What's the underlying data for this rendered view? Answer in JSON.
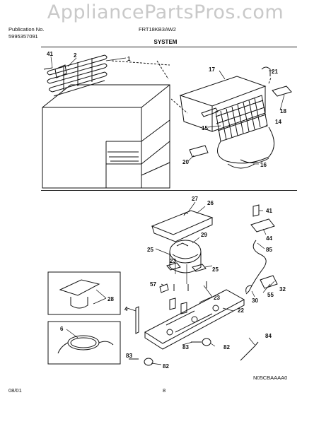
{
  "watermark": "AppliancePartsPros.com",
  "header": {
    "publication_label": "Publication No.",
    "publication_number": "5995357091",
    "model": "FRT18KB3AW2",
    "section_title": "SYSTEM"
  },
  "callouts": {
    "c41a": "41",
    "c2": "2",
    "c1": "1",
    "c17": "17",
    "c21": "21",
    "c18": "18",
    "c15": "15",
    "c14": "14",
    "c20": "20",
    "c16": "16",
    "c27": "27",
    "c26": "26",
    "c41b": "41",
    "c29": "29",
    "c44": "44",
    "c25a": "25",
    "c85": "85",
    "c25b": "25",
    "c23a": "23",
    "c57": "57",
    "c28": "28",
    "c23b": "23",
    "c32": "32",
    "c55": "55",
    "c30": "30",
    "c4": "4",
    "c22": "22",
    "c6": "6",
    "c84": "84",
    "c83a": "83",
    "c82a": "82",
    "c83b": "83",
    "c82b": "82"
  },
  "footer": {
    "date": "08/01",
    "page": "8",
    "code": "N05CBAAAA0"
  }
}
